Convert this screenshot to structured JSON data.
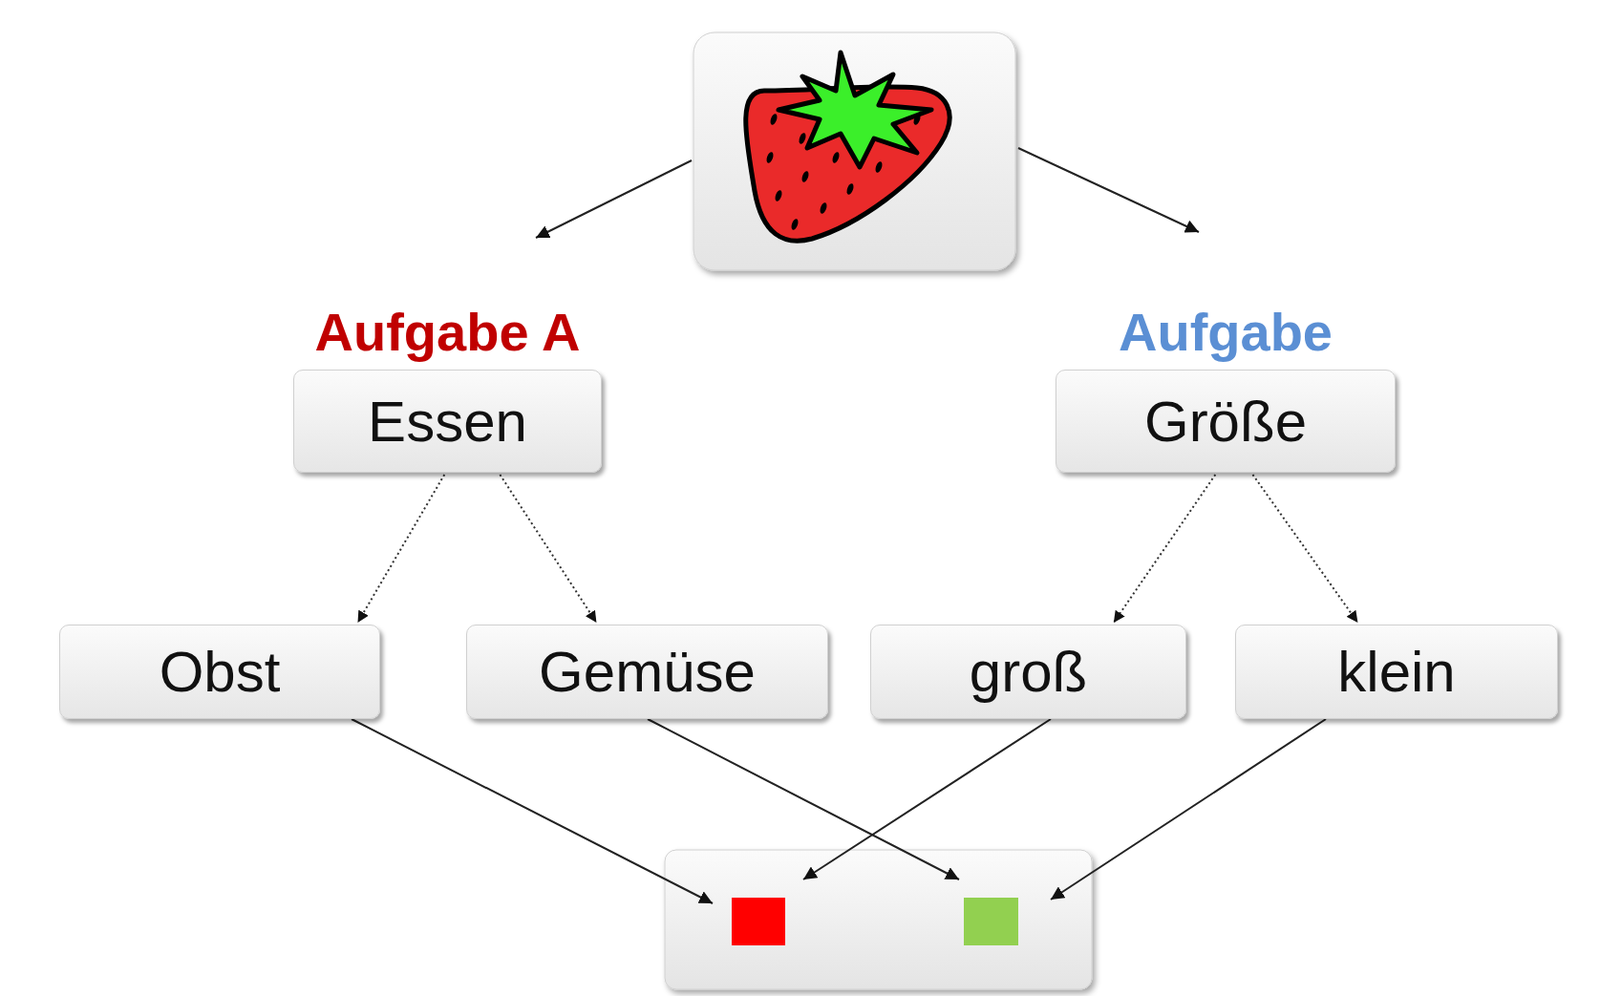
{
  "diagram": {
    "nodes": [
      {
        "text": [
          "Aufgabe A",
          "Essen"
        ]
      },
      {
        "text": [
          "Aufgabe",
          "Größe"
        ]
      },
      {
        "text": [
          "Obst"
        ]
      },
      {
        "text": [
          "Gemüse"
        ]
      },
      {
        "text": [
          "groß"
        ]
      },
      {
        "text": [
          "klein"
        ]
      }
    ],
    "edges": [
      {
        "from": 0,
        "to": 2,
        "arrow": "to"
      },
      {
        "from": 0,
        "to": 3,
        "arrow": "to"
      },
      {
        "from": 1,
        "to": 4,
        "arrow": "to"
      },
      {
        "from": 1,
        "to": 5,
        "arrow": "to"
      }
    ]
  }
}
